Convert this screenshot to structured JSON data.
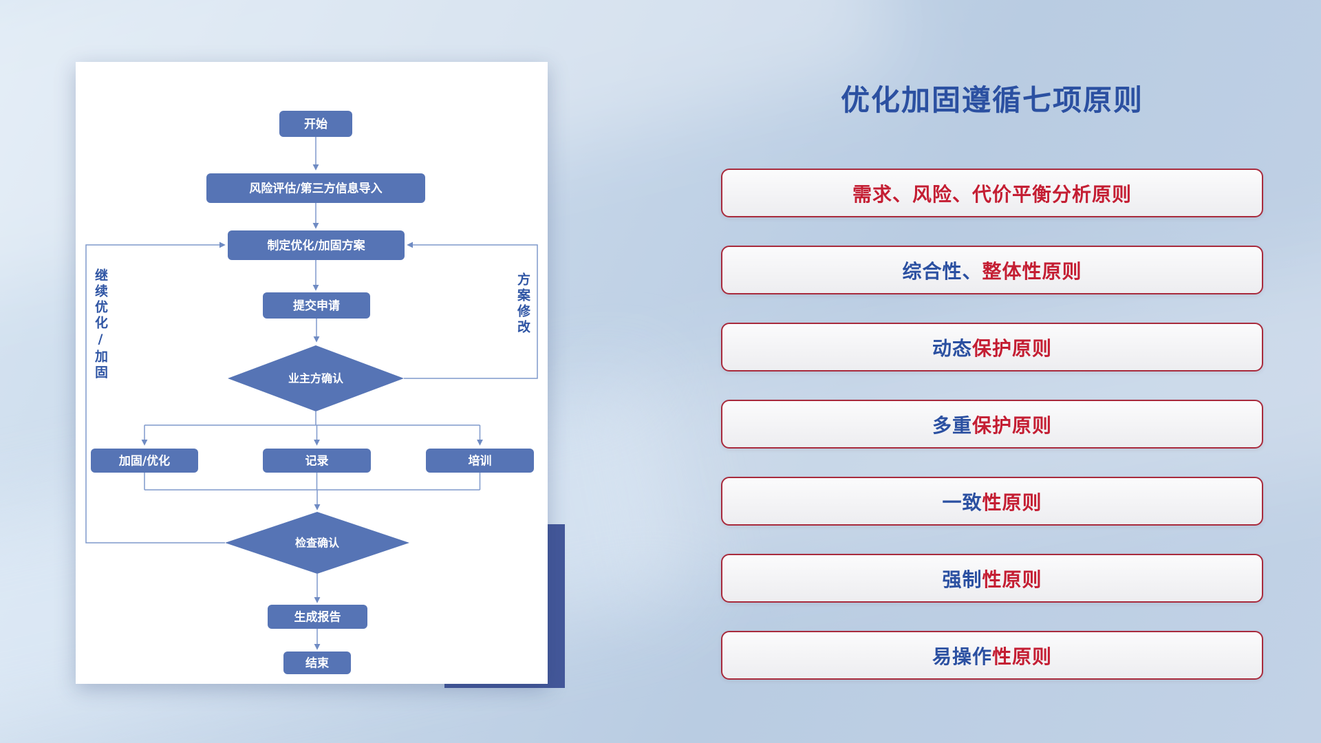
{
  "flowchart": {
    "nodes": {
      "start": "开始",
      "risk_import": "风险评估/第三方信息导入",
      "make_plan": "制定优化/加固方案",
      "submit": "提交申请",
      "owner_confirm": "业主方确认",
      "reinforce": "加固/优化",
      "record": "记录",
      "train": "培训",
      "check_confirm": "检查确认",
      "report": "生成报告",
      "end": "结束"
    },
    "loop_labels": {
      "continue_optimize": "继续优化/加固",
      "plan_revise": "方案修改"
    },
    "colors": {
      "node_fill": "#5674b5",
      "connector": "#7f99cc",
      "label_text": "#2f55a4",
      "accent_block": "#44589a",
      "card_bg": "#ffffff"
    }
  },
  "panel": {
    "title": "优化加固遵循七项原则",
    "title_color": "#2b50a1",
    "box_border_color": "#a82a3c",
    "text_blue": "#2b50a1",
    "text_red": "#c41e33",
    "principles": [
      {
        "segments": [
          {
            "text": "需求、风险、代价平衡分析原则",
            "color": "#c41e33"
          }
        ]
      },
      {
        "segments": [
          {
            "text": "综合性、",
            "color": "#2b50a1"
          },
          {
            "text": "整体性原则",
            "color": "#c41e33"
          }
        ]
      },
      {
        "segments": [
          {
            "text": "动态",
            "color": "#2b50a1"
          },
          {
            "text": "保护原则",
            "color": "#c41e33"
          }
        ]
      },
      {
        "segments": [
          {
            "text": "多重",
            "color": "#2b50a1"
          },
          {
            "text": "保护原则",
            "color": "#c41e33"
          }
        ]
      },
      {
        "segments": [
          {
            "text": "一致",
            "color": "#2b50a1"
          },
          {
            "text": "性原则",
            "color": "#c41e33"
          }
        ]
      },
      {
        "segments": [
          {
            "text": "强制",
            "color": "#2b50a1"
          },
          {
            "text": "性原则",
            "color": "#c41e33"
          }
        ]
      },
      {
        "segments": [
          {
            "text": "易操作",
            "color": "#2b50a1"
          },
          {
            "text": "性原则",
            "color": "#c41e33"
          }
        ]
      }
    ]
  }
}
